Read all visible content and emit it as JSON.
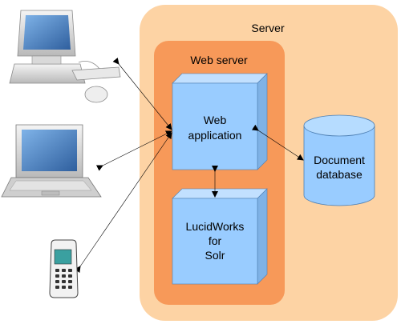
{
  "server": {
    "label": "Server"
  },
  "web_server": {
    "label": "Web server"
  },
  "web_application": {
    "line1": "Web",
    "line2": "application"
  },
  "lucidworks": {
    "line1": "LucidWorks",
    "line2": "for",
    "line3": "Solr"
  },
  "document_database": {
    "line1": "Document",
    "line2": "database"
  },
  "colors": {
    "server_fill": "#fdd3a4",
    "web_server_fill": "#f79959",
    "box_front": "#99ccff",
    "box_top": "#c2e0ff",
    "box_side": "#7fb2e6",
    "db_fill": "#99ccff",
    "connector": "#000000"
  },
  "clients": [
    {
      "name": "desktop-computer",
      "icon": "desktop-computer-icon"
    },
    {
      "name": "laptop-computer",
      "icon": "laptop-icon"
    },
    {
      "name": "mobile-phone",
      "icon": "mobile-phone-icon"
    }
  ]
}
